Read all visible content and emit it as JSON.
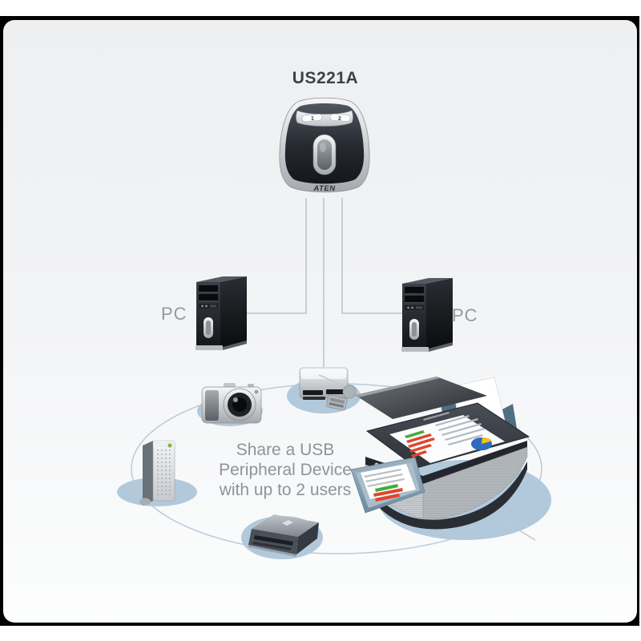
{
  "diagram": {
    "product_title": "US221A",
    "switch": {
      "brand": "ATEN",
      "port_buttons": [
        "1",
        "2"
      ]
    },
    "computers": {
      "left_label": "PC",
      "right_label": "PC"
    },
    "description": {
      "line1": "Share a USB",
      "line2": "Peripheral Device",
      "line3": "with up to 2 users"
    },
    "peripherals": [
      "usb-card-reader",
      "digital-camera",
      "external-drive-tower",
      "external-floppy-drive",
      "multifunction-printer"
    ],
    "colors": {
      "frame": "#000000",
      "panel_top": "#edeff1",
      "panel_bottom": "#fcfdfd",
      "connection_line": "#c5cfd7",
      "ring": "#b9cbda",
      "device_shadow": "#b2c9db",
      "label_gray": "#97999c",
      "description_gray": "#8f9397",
      "title_color": "#3e4145",
      "led_green": "#7cb83e",
      "chart_red": "#e0462d",
      "chart_green": "#3fae3a",
      "pie_blue": "#2d6cc0",
      "pie_yellow": "#f3c117"
    }
  }
}
